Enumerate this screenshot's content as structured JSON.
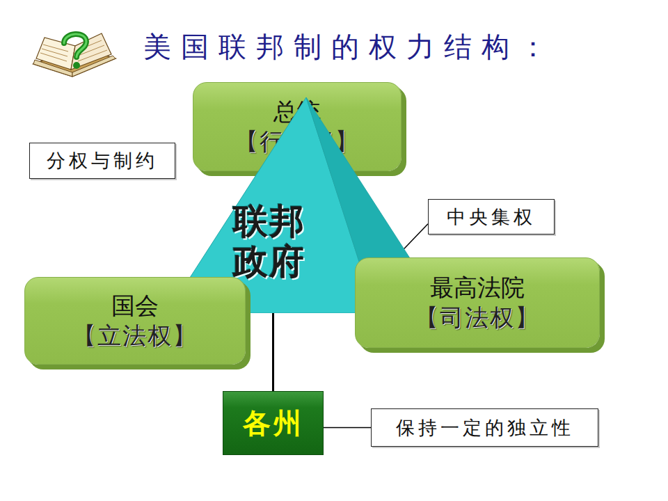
{
  "diagram": {
    "title": "美国联邦制的权力结构：",
    "nodes": [
      {
        "text": [
          "总统",
          "【行政权】"
        ]
      },
      {
        "text": [
          "分权与制约"
        ]
      },
      {
        "text": [
          "中央集权"
        ]
      },
      {
        "text": [
          "联邦 政府"
        ]
      },
      {
        "text": [
          "国会",
          "【立法权】"
        ]
      },
      {
        "text": [
          "最高法院",
          "【司法权】"
        ]
      },
      {
        "text": [
          "各州"
        ]
      },
      {
        "text": [
          "保持一定的独立性"
        ]
      }
    ],
    "edges": [
      {
        "from": 2,
        "to": 3,
        "arrow": "none"
      },
      {
        "from": 3,
        "to": 6,
        "arrow": "none"
      },
      {
        "from": 7,
        "to": 6,
        "arrow": "none"
      }
    ]
  }
}
